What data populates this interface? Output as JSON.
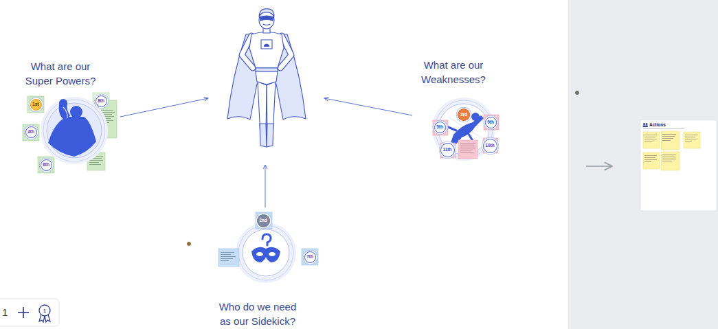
{
  "diagram": {
    "nodes": [
      {
        "text": [
          "What are our Super Powers?"
        ]
      },
      {
        "text": [
          "1st"
        ]
      },
      {
        "text": [
          "8th"
        ]
      },
      {
        "text": [
          "4th"
        ]
      },
      {
        "text": [
          "6th"
        ]
      },
      {
        "text": [
          "What are our Weaknesses?"
        ]
      },
      {
        "text": [
          "3rd"
        ]
      },
      {
        "text": [
          "5th"
        ]
      },
      {
        "text": [
          "9th"
        ]
      },
      {
        "text": [
          "11th"
        ]
      },
      {
        "text": [
          "10th"
        ]
      },
      {
        "text": [
          "Who do we need as our Sidekick?"
        ]
      },
      {
        "text": [
          "2nd"
        ]
      },
      {
        "text": [
          "7th"
        ]
      },
      {
        "text": [
          "Actions"
        ]
      }
    ],
    "labels": [
      "1",
      "1"
    ]
  }
}
